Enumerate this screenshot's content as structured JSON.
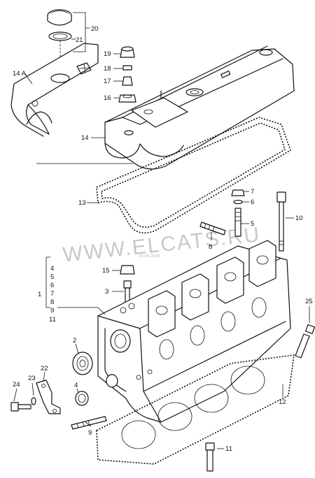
{
  "watermark": "WWW.ELCATS.RU",
  "watermark_small": "28.04.2016",
  "callouts": {
    "c20": "20",
    "c21": "21",
    "c14a": "14 A",
    "c19": "19",
    "c18": "18",
    "c17": "17",
    "c16": "16",
    "c14": "14",
    "c13": "13",
    "c7": "7",
    "c6": "6",
    "c5": "5",
    "c10": "10",
    "c8": "8",
    "c15": "15",
    "c3": "3",
    "c1": "1",
    "c2": "2",
    "c25": "25",
    "c12": "12",
    "c22": "22",
    "c23": "23",
    "c24": "24",
    "c4b": "4",
    "c9b": "9",
    "c11b": "11"
  },
  "group1": [
    "4",
    "5",
    "6",
    "7",
    "8",
    "9",
    "11"
  ]
}
